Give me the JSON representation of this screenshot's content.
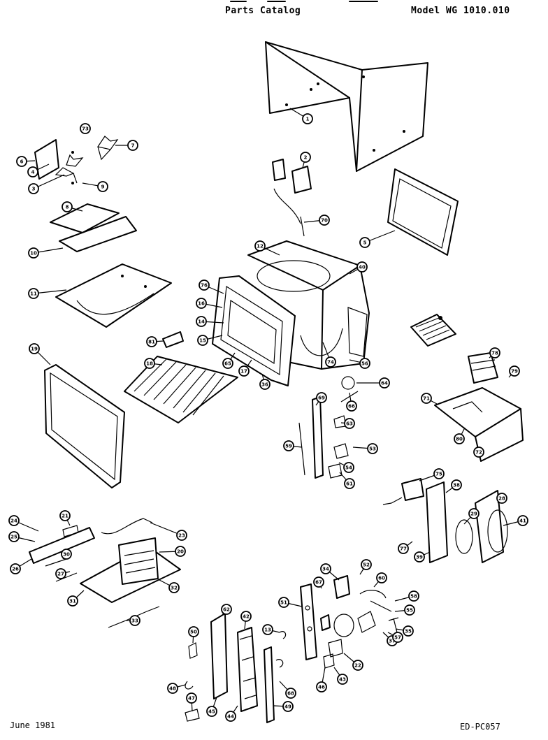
{
  "header": {
    "catalog_label": "Parts Catalog",
    "model_label": "Model WG 1010.010"
  },
  "footer": {
    "date": "June 1981",
    "doc_code": "ED-PC057"
  },
  "callouts": [
    {
      "id": "c1",
      "label": "1"
    },
    {
      "id": "c2",
      "label": "2"
    },
    {
      "id": "c3",
      "label": "3"
    },
    {
      "id": "c4",
      "label": "4"
    },
    {
      "id": "c5",
      "label": "5"
    },
    {
      "id": "c6",
      "label": "6"
    },
    {
      "id": "c7",
      "label": "7"
    },
    {
      "id": "c8",
      "label": "8"
    },
    {
      "id": "c9",
      "label": "9"
    },
    {
      "id": "c10",
      "label": "10"
    },
    {
      "id": "c11",
      "label": "11"
    },
    {
      "id": "c12",
      "label": "12"
    },
    {
      "id": "c13",
      "label": "13"
    },
    {
      "id": "c14",
      "label": "14"
    },
    {
      "id": "c15",
      "label": "15"
    },
    {
      "id": "c16",
      "label": "16"
    },
    {
      "id": "c17",
      "label": "17"
    },
    {
      "id": "c18",
      "label": "18"
    },
    {
      "id": "c19",
      "label": "19"
    },
    {
      "id": "c20",
      "label": "20"
    },
    {
      "id": "c21",
      "label": "21"
    },
    {
      "id": "c22",
      "label": "22"
    },
    {
      "id": "c23",
      "label": "23"
    },
    {
      "id": "c24",
      "label": "24"
    },
    {
      "id": "c25",
      "label": "25"
    },
    {
      "id": "c26",
      "label": "26"
    },
    {
      "id": "c27",
      "label": "27"
    },
    {
      "id": "c28",
      "label": "28"
    },
    {
      "id": "c29",
      "label": "29"
    },
    {
      "id": "c30",
      "label": "30"
    },
    {
      "id": "c31",
      "label": "31"
    },
    {
      "id": "c32",
      "label": "32"
    },
    {
      "id": "c33",
      "label": "33"
    },
    {
      "id": "c34",
      "label": "34"
    },
    {
      "id": "c35",
      "label": "35"
    },
    {
      "id": "c36",
      "label": "36"
    },
    {
      "id": "c37",
      "label": "37"
    },
    {
      "id": "c38",
      "label": "38"
    },
    {
      "id": "c39",
      "label": "39"
    },
    {
      "id": "c40",
      "label": "40"
    },
    {
      "id": "c41",
      "label": "41"
    },
    {
      "id": "c42",
      "label": "42"
    },
    {
      "id": "c43",
      "label": "43"
    },
    {
      "id": "c44",
      "label": "44"
    },
    {
      "id": "c45",
      "label": "45"
    },
    {
      "id": "c46",
      "label": "46"
    },
    {
      "id": "c47",
      "label": "47"
    },
    {
      "id": "c48",
      "label": "48"
    },
    {
      "id": "c49",
      "label": "49"
    },
    {
      "id": "c50",
      "label": "50"
    },
    {
      "id": "c51",
      "label": "51"
    },
    {
      "id": "c52",
      "label": "52"
    },
    {
      "id": "c53",
      "label": "53"
    },
    {
      "id": "c54",
      "label": "54"
    },
    {
      "id": "c55",
      "label": "55"
    },
    {
      "id": "c56",
      "label": "56"
    },
    {
      "id": "c57",
      "label": "57"
    },
    {
      "id": "c58",
      "label": "58"
    },
    {
      "id": "c59",
      "label": "59"
    },
    {
      "id": "c60",
      "label": "60"
    },
    {
      "id": "c61",
      "label": "61"
    },
    {
      "id": "c62",
      "label": "62"
    },
    {
      "id": "c63",
      "label": "63"
    },
    {
      "id": "c64",
      "label": "64"
    },
    {
      "id": "c65",
      "label": "65"
    },
    {
      "id": "c66",
      "label": "66"
    },
    {
      "id": "c67",
      "label": "67"
    },
    {
      "id": "c68",
      "label": "68"
    },
    {
      "id": "c69",
      "label": "69"
    },
    {
      "id": "c70",
      "label": "70"
    },
    {
      "id": "c71",
      "label": "71"
    },
    {
      "id": "c72",
      "label": "72"
    },
    {
      "id": "c73",
      "label": "73"
    },
    {
      "id": "c74",
      "label": "74"
    },
    {
      "id": "c75",
      "label": "75"
    },
    {
      "id": "c76",
      "label": "76"
    },
    {
      "id": "c77",
      "label": "77"
    },
    {
      "id": "c78",
      "label": "78"
    },
    {
      "id": "c79",
      "label": "79"
    },
    {
      "id": "c80",
      "label": "80"
    },
    {
      "id": "c81",
      "label": "81"
    }
  ]
}
